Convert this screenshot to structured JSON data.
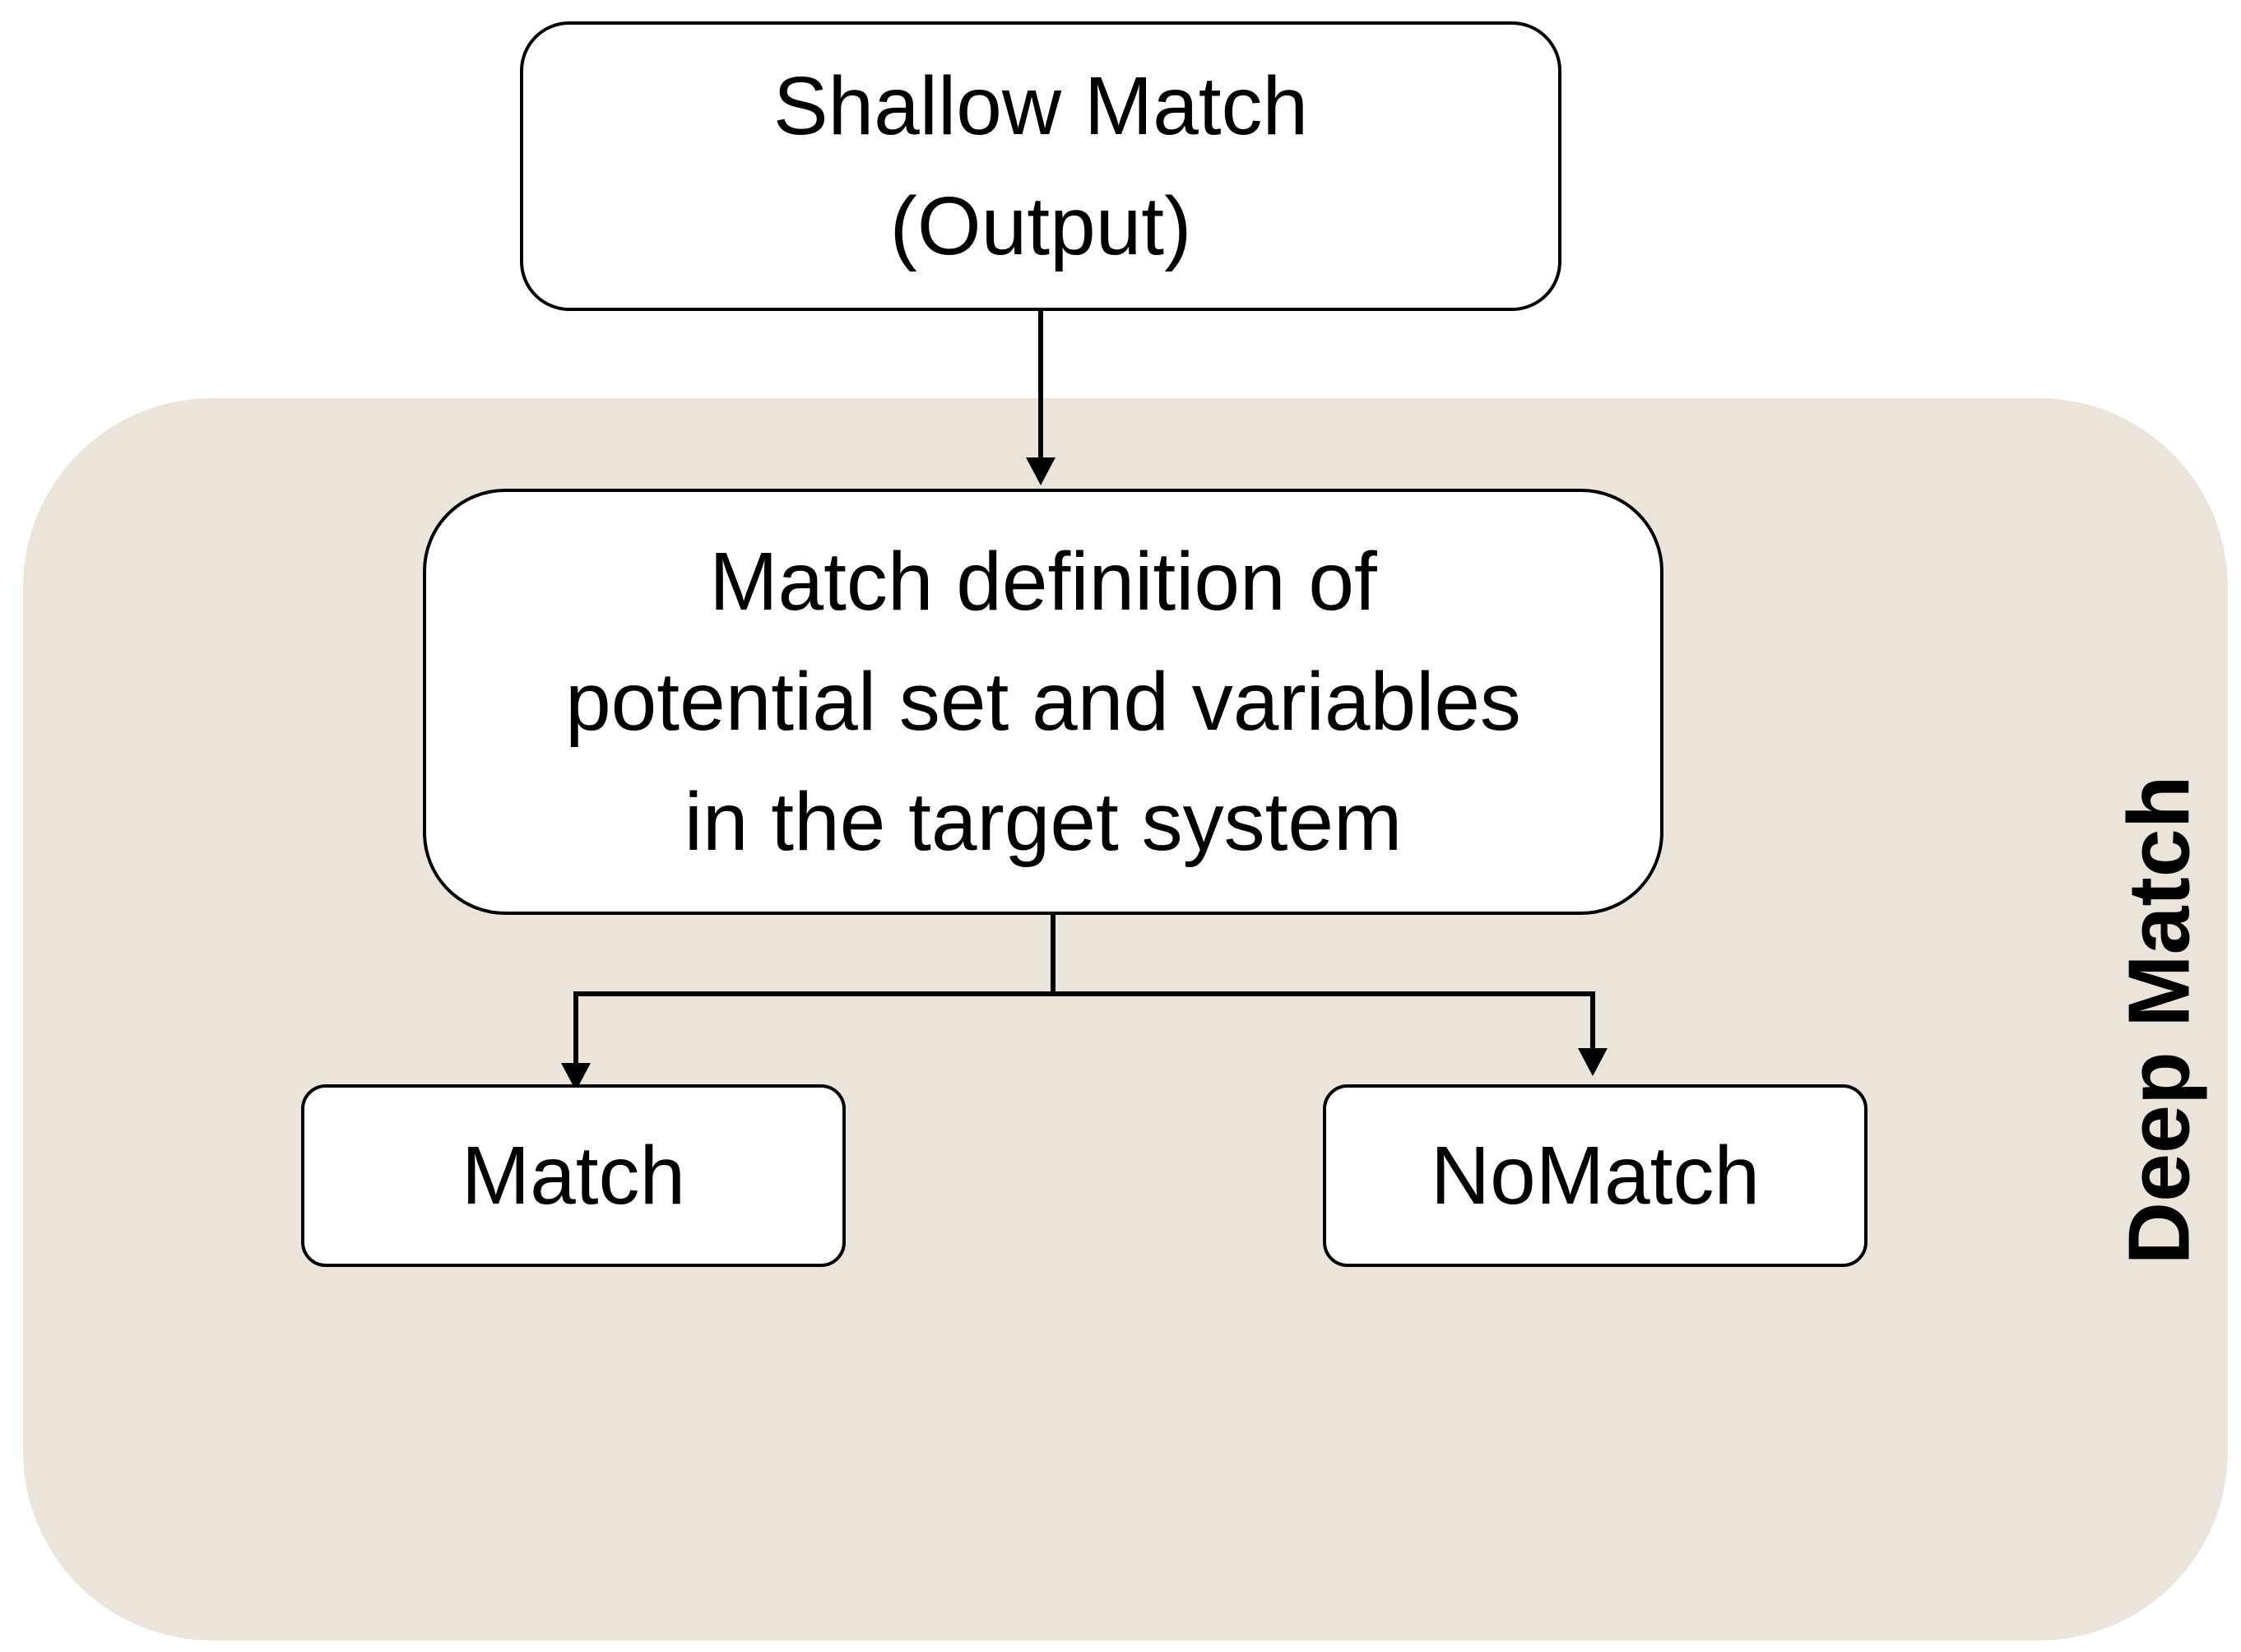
{
  "diagram": {
    "region": {
      "label": "Deep Match",
      "fill_color": "#ebe4da"
    },
    "nodes": {
      "shallow_match": {
        "text": "Shallow Match\n(Output)"
      },
      "match_definition": {
        "text": "Match definition of\npotential set and variables\nin the target system"
      },
      "match": {
        "text": "Match"
      },
      "no_match": {
        "text": "NoMatch"
      }
    },
    "edges": [
      {
        "from": "shallow_match",
        "to": "match_definition"
      },
      {
        "from": "match_definition",
        "to": "match"
      },
      {
        "from": "match_definition",
        "to": "no_match"
      }
    ],
    "line_color": "#000000"
  }
}
